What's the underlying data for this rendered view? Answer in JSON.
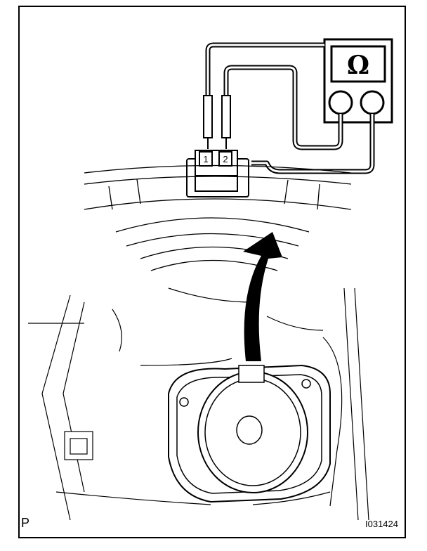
{
  "diagram": {
    "meter_symbol": "Ω",
    "connector_pins": [
      "1",
      "2"
    ],
    "corner_code": "P",
    "figure_id": "I031424"
  },
  "icons": {
    "meter": "ohmmeter-icon",
    "connector": "connector-icon",
    "arrow": "curved-arrow-icon",
    "speaker": "speaker-icon"
  }
}
